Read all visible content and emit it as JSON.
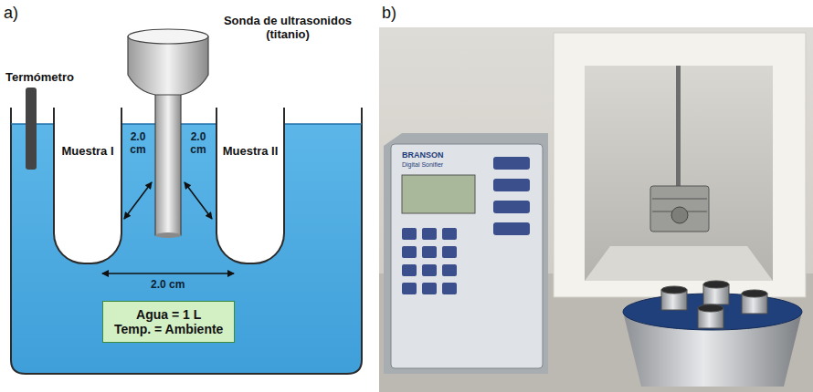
{
  "diagram": {
    "nodes": [
      {
        "text": [
          "Muestra I"
        ]
      },
      {
        "text": [
          "Muestra II"
        ]
      },
      {
        "text": [
          "Agua = 1 L",
          "Temp. = Ambiente"
        ]
      }
    ],
    "labels": [
      "a)",
      "b)",
      "Termómetro",
      "Sonda de ultrasonidos (titanio)",
      "2.0 cm",
      "2.0 cm",
      "2.0 cm",
      "BRANSON",
      "Digital Sonifier"
    ]
  }
}
